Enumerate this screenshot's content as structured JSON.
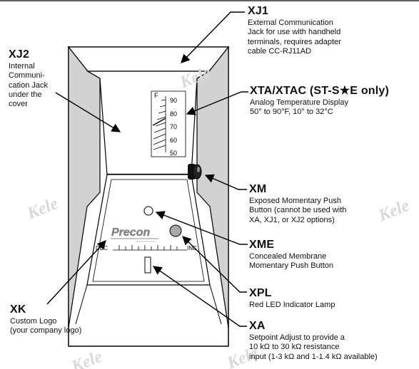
{
  "watermark": "Kele",
  "device": {
    "scale_letter": "F",
    "scale_ticks": [
      "90",
      "80",
      "70",
      "60",
      "50"
    ],
    "slider_left": "DEC",
    "slider_right": "INC",
    "logo_text": "Precon"
  },
  "callouts": {
    "xj1": {
      "heading": "XJ1",
      "lines": [
        "External Communication",
        "Jack for use with handheld",
        "terminals, requires adapter",
        "cable CC-RJ11AD"
      ]
    },
    "xj2": {
      "heading": "XJ2",
      "lines": [
        "Internal",
        "Communi-",
        "cation Jack",
        "under the",
        "cover"
      ]
    },
    "xta": {
      "heading": "XTA/XTAC (ST-S★E only)",
      "lines": [
        "Analog Temperature Display",
        "50° to 90°F, 10° to 32°C"
      ]
    },
    "xm": {
      "heading": "XM",
      "lines": [
        "Exposed Momentary Push",
        "Button (cannot be used with",
        "XA, XJ1, or XJ2 options)"
      ]
    },
    "xme": {
      "heading": "XME",
      "lines": [
        "Concealed Membrane",
        "Momentary Push Button"
      ]
    },
    "xk": {
      "heading": "XK",
      "lines": [
        "Custom Logo",
        "(your company logo)"
      ]
    },
    "xpl": {
      "heading": "XPL",
      "lines": [
        "Red LED Indicator Lamp"
      ]
    },
    "xa": {
      "heading": "XA",
      "lines": [
        "Setpoint Adjust to provide a",
        "10 kΩ to 30 kΩ resistance",
        "input (1-3 kΩ and 1-1.4 kΩ available)"
      ]
    }
  }
}
